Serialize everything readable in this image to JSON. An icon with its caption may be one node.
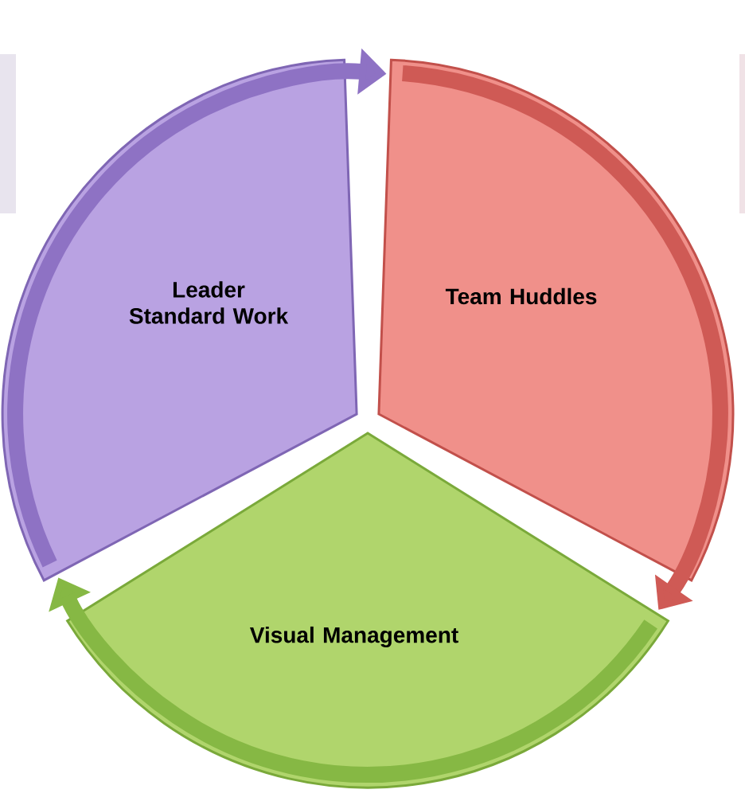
{
  "diagram": {
    "nodes": [
      {
        "text": [
          "Leader Standard Work"
        ]
      },
      {
        "text": [
          "Team Huddles"
        ]
      },
      {
        "text": [
          "Visual Management"
        ]
      }
    ],
    "edges": [
      {
        "from": 0,
        "to": 1,
        "arrow": "to",
        "color": "#8e72c4"
      },
      {
        "from": 1,
        "to": 2,
        "arrow": "to",
        "color": "#cf5a55"
      },
      {
        "from": 2,
        "to": 0,
        "arrow": "to",
        "color": "#86b844"
      }
    ]
  }
}
